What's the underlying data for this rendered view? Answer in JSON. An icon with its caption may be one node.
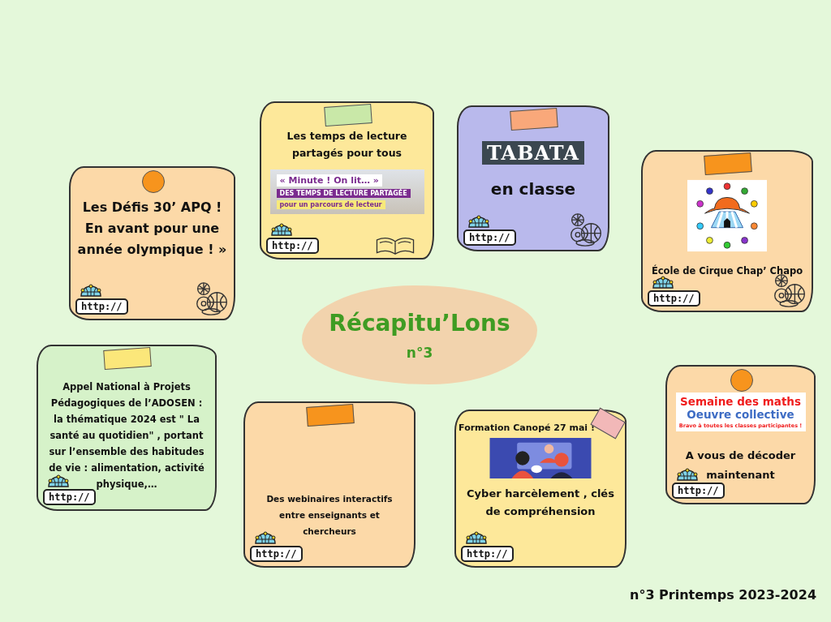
{
  "diagram": {
    "nodes": [
      {
        "text": [
          "Les Défis 30’ APQ ! En avant pour une année olympique ! »",
          "http://"
        ]
      },
      {
        "text": [
          "Les temps de lecture partagés pour tous",
          "« Minute ! On lit… »",
          "DES TEMPS DE LECTURE PARTAGÉE",
          "pour un parcours de lecteur",
          "http://"
        ]
      },
      {
        "text": [
          "TABATA",
          "en classe",
          "http://"
        ]
      },
      {
        "text": [
          "École de Cirque Chap’ Chapo",
          "http://"
        ]
      },
      {
        "text": [
          "Récapitu’Lons",
          "n°3"
        ]
      },
      {
        "text": [
          "Appel National à Projets Pédagogiques de l’ADOSEN : la thématique 2024 est \" La santé au quotidien\" , portant sur l’ensemble des habitudes de vie : alimentation, activité physique,…",
          "http://"
        ]
      },
      {
        "text": [
          "Des webinaires interactifs entre enseignants et chercheurs",
          "http://"
        ]
      },
      {
        "text": [
          "Formation Canopé 27 mai !",
          "Cyber harcèlement , clés de compréhension",
          "http://"
        ]
      },
      {
        "text": [
          "Semaine des maths",
          "Oeuvre collective",
          "Bravo à toutes les classes participantes !",
          "A vous de décoder maintenant",
          "http://"
        ]
      }
    ],
    "labels": [
      "n°3 Printemps 2023-2024"
    ]
  }
}
